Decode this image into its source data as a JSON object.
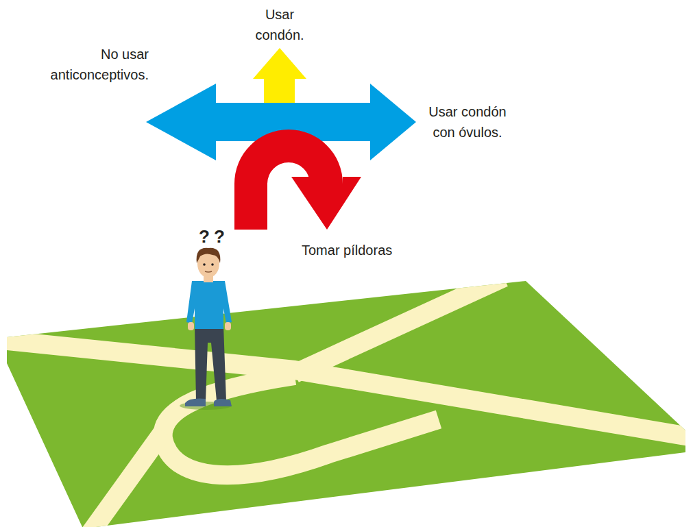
{
  "diagram": {
    "labels": [
      "Usar condón.",
      "No usar anticonceptivos.",
      "Usar condón con óvulos.",
      "Tomar píldoras",
      "??"
    ]
  }
}
